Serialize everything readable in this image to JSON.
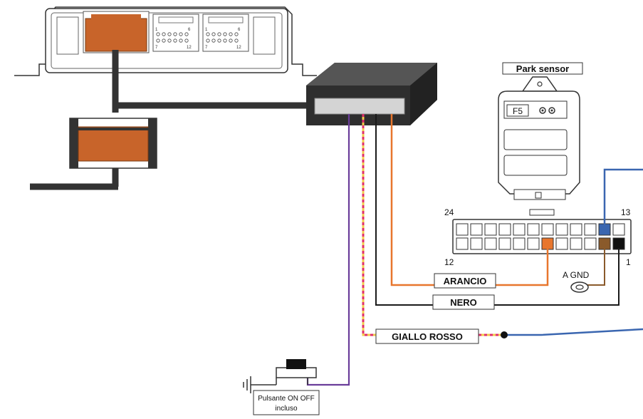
{
  "labels": {
    "park_sensor": "Park sensor",
    "f5": "F5",
    "pin_24": "24",
    "pin_13": "13",
    "pin_12": "12",
    "pin_1": "1",
    "arancio": "ARANCIO",
    "nero": "NERO",
    "giallo_rosso": "GIALLO ROSSO",
    "a_gnd": "A GND",
    "button_line1": "Pulsante ON OFF",
    "button_line2": "incluso",
    "ecu_conn_a_1": "1",
    "ecu_conn_a_6": "6",
    "ecu_conn_a_7": "7",
    "ecu_conn_a_12": "12",
    "ecu_conn_b_1": "1",
    "ecu_conn_b_6": "6",
    "ecu_conn_b_7": "7",
    "ecu_conn_b_12": "12"
  },
  "colors": {
    "orange_wire": "#e8762d",
    "black_wire": "#1a1a1a",
    "blue_wire": "#3a66b0",
    "purple_wire": "#6a3d9a",
    "yellow_red_wire_a": "#f2c94c",
    "yellow_red_wire_b": "#e0306a",
    "brown_wire": "#8a5a2b",
    "connector_fill": "#c8642a",
    "module_dark": "#2a2a2a"
  },
  "icons": {
    "ground": "ground-symbol-icon",
    "splice": "splice-dot-icon",
    "gnd_ring": "ground-ring-terminal-icon"
  }
}
